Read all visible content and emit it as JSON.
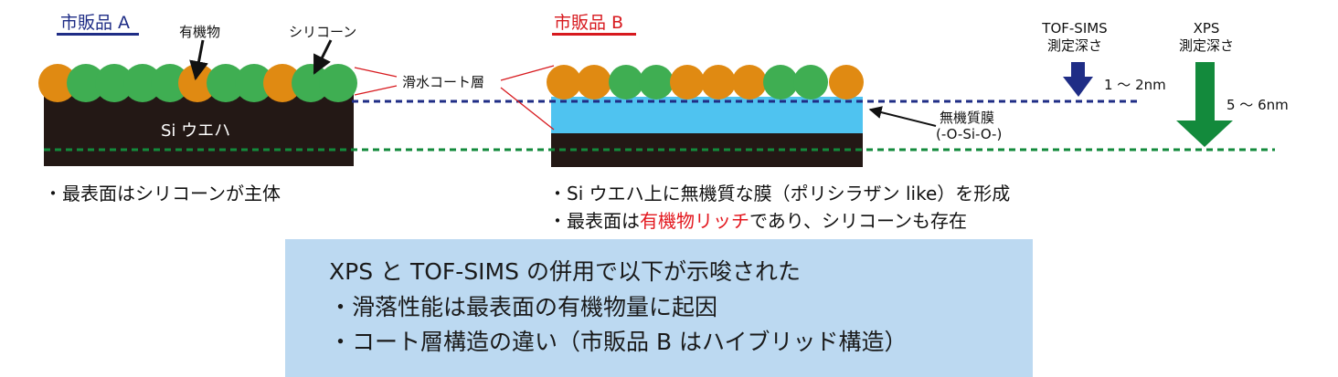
{
  "products": {
    "a": {
      "label": "市販品 A",
      "color": "#1f2d86"
    },
    "b": {
      "label": "市販品 B",
      "color": "#d7191e"
    }
  },
  "labels": {
    "organic": "有機物",
    "silicone": "シリコーン",
    "coat_layer": "滑水コート層",
    "wafer": "Si ウエハ",
    "inorganic_film": "無機質膜",
    "inorganic_formula": "(-O-Si-O-)"
  },
  "depth": {
    "tofsims": {
      "line1": "TOF-SIMS",
      "line2": "測定深さ",
      "range": "1 ～ 2nm",
      "color": "#1f2d86"
    },
    "xps": {
      "line1": "XPS",
      "line2": "測定深さ",
      "range": "5 ～ 6nm",
      "color": "#138a3c"
    }
  },
  "notes": {
    "a": "・最表面はシリコーンが主体",
    "b1": "・Si ウエハ上に無機質な膜（ポリシラザン like）を形成",
    "b2_pre": "・最表面は",
    "b2_red": "有機物リッチ",
    "b2_post": "であり、シリコーンも存在"
  },
  "summary": {
    "line1": "XPS と TOF-SIMS の併用で以下が示唆された",
    "line2": "・滑落性能は最表面の有機物量に起因",
    "line3": "・コート層構造の違い（市販品 B はハイブリッド構造）"
  },
  "colors": {
    "organic": "#e08a12",
    "silicone": "#3fae52",
    "wafer": "#231815",
    "inorganic_film": "#4fc3f0",
    "summary_bg": "#bcd9f1",
    "highlight": "#e3171e"
  }
}
